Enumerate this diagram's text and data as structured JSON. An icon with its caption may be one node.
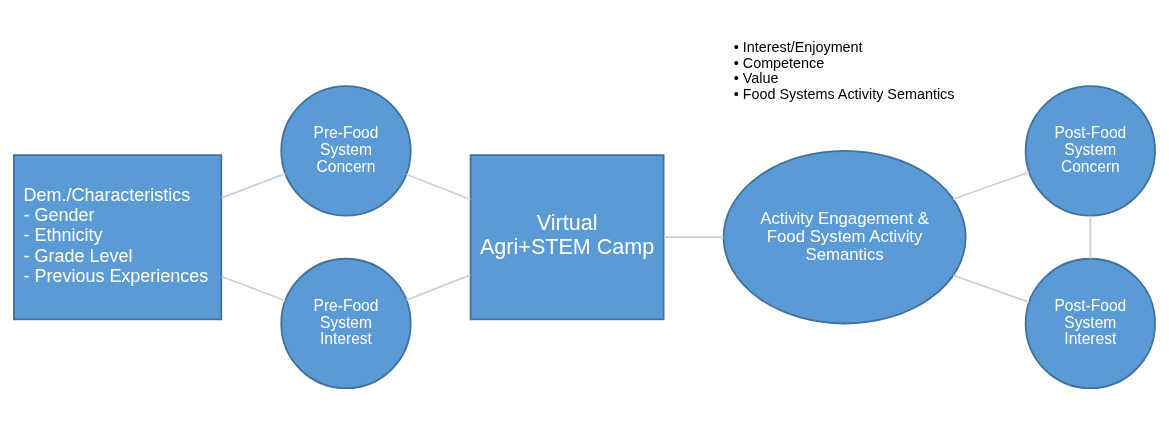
{
  "diagram": {
    "nodes": [
      {
        "text": [
          "Dem./Characteristics",
          "- Gender",
          "- Ethnicity",
          "- Grade Level",
          "- Previous Experiences"
        ]
      },
      {
        "text": [
          "Pre-Food System Concern"
        ]
      },
      {
        "text": [
          "Pre-Food System Interest"
        ]
      },
      {
        "text": [
          "Virtual Agri+STEM Camp"
        ]
      },
      {
        "text": [
          "Activity Engagement & Food System Activity Semantics"
        ]
      },
      {
        "text": [
          "Post-Food System Concern"
        ]
      },
      {
        "text": [
          "Post-Food System Interest"
        ]
      }
    ],
    "edges": [
      {
        "from": 0,
        "to": 1,
        "arrow": "none"
      },
      {
        "from": 0,
        "to": 2,
        "arrow": "none"
      },
      {
        "from": 1,
        "to": 3,
        "arrow": "none"
      },
      {
        "from": 2,
        "to": 3,
        "arrow": "none"
      },
      {
        "from": 3,
        "to": 4,
        "arrow": "none"
      },
      {
        "from": 4,
        "to": 5,
        "arrow": "none"
      },
      {
        "from": 4,
        "to": 6,
        "arrow": "none"
      },
      {
        "from": 5,
        "to": 6,
        "arrow": "none"
      }
    ],
    "labels": [
      "• Interest/Enjoyment",
      "• Competence",
      "• Value",
      "• Food Systems Activity Semantics"
    ]
  }
}
